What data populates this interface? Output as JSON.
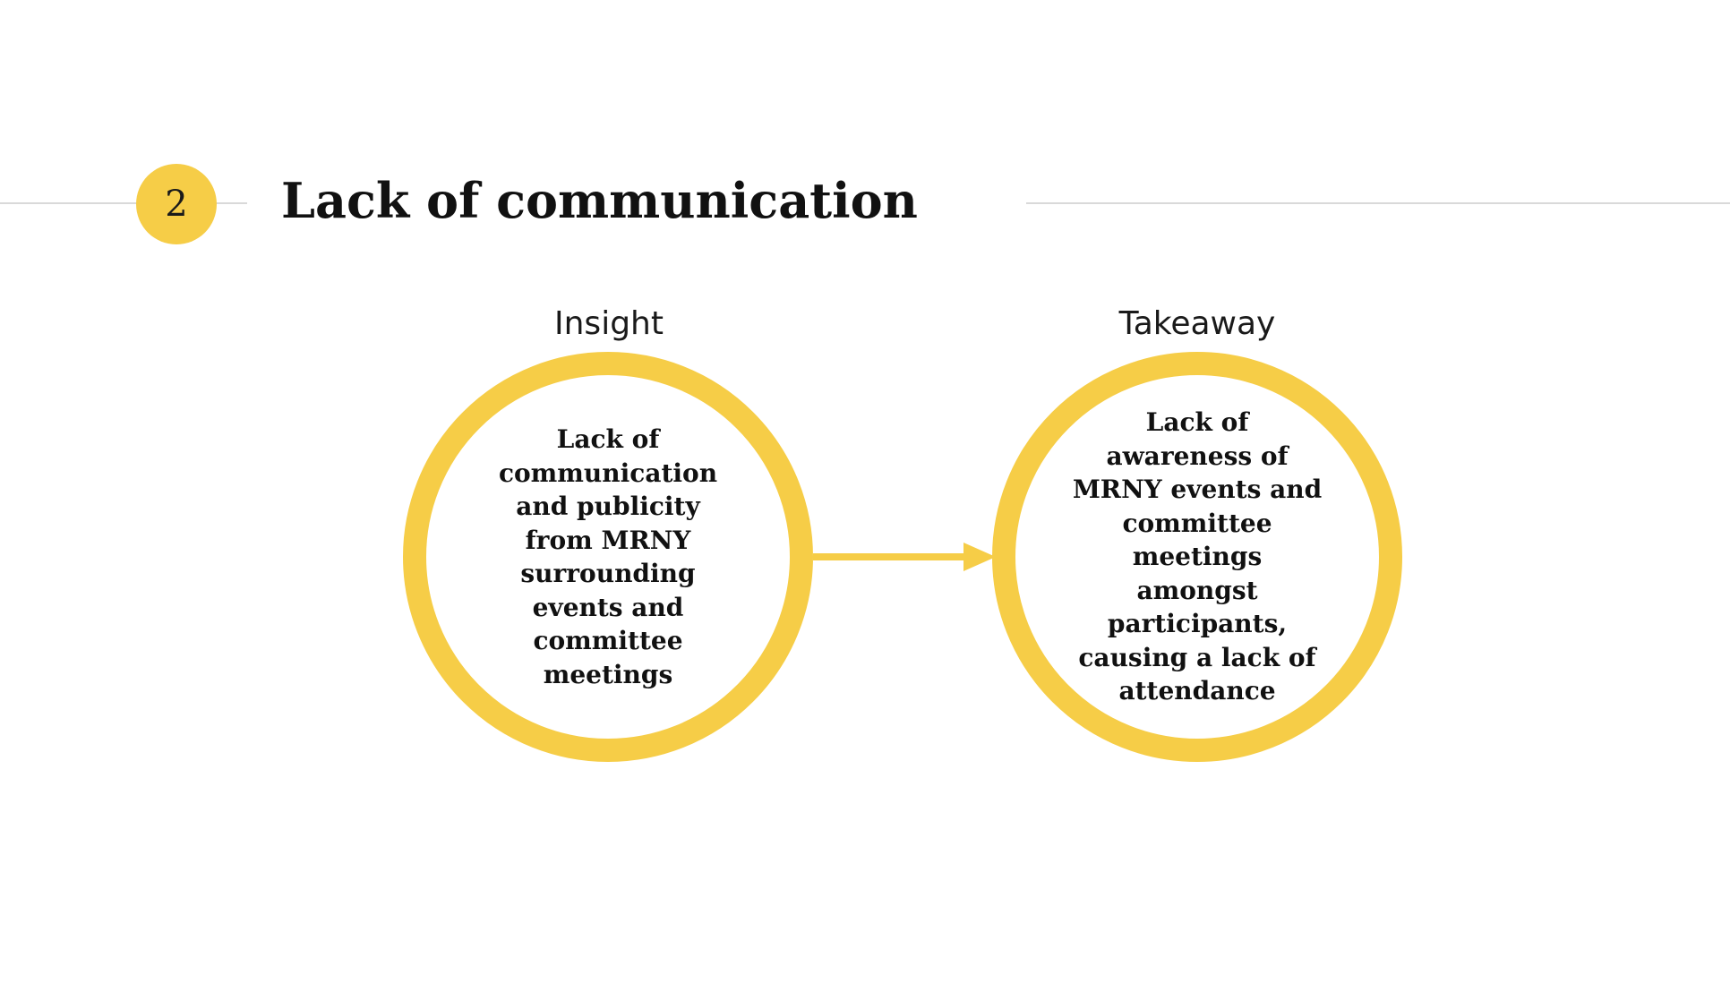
{
  "slide": {
    "step_number": "2",
    "title": "Lack of communication"
  },
  "nodes": [
    {
      "label": "Insight",
      "text": "Lack of communication and publicity from MRNY surrounding events and committee meetings"
    },
    {
      "label": "Takeaway",
      "text": "Lack of awareness of MRNY events and committee meetings amongst participants, causing a lack of attendance"
    }
  ],
  "colors": {
    "accent": "#f6cd47",
    "divider": "#d9d9d9",
    "text": "#111111"
  },
  "icons": {
    "connector": "arrow-right-icon"
  }
}
